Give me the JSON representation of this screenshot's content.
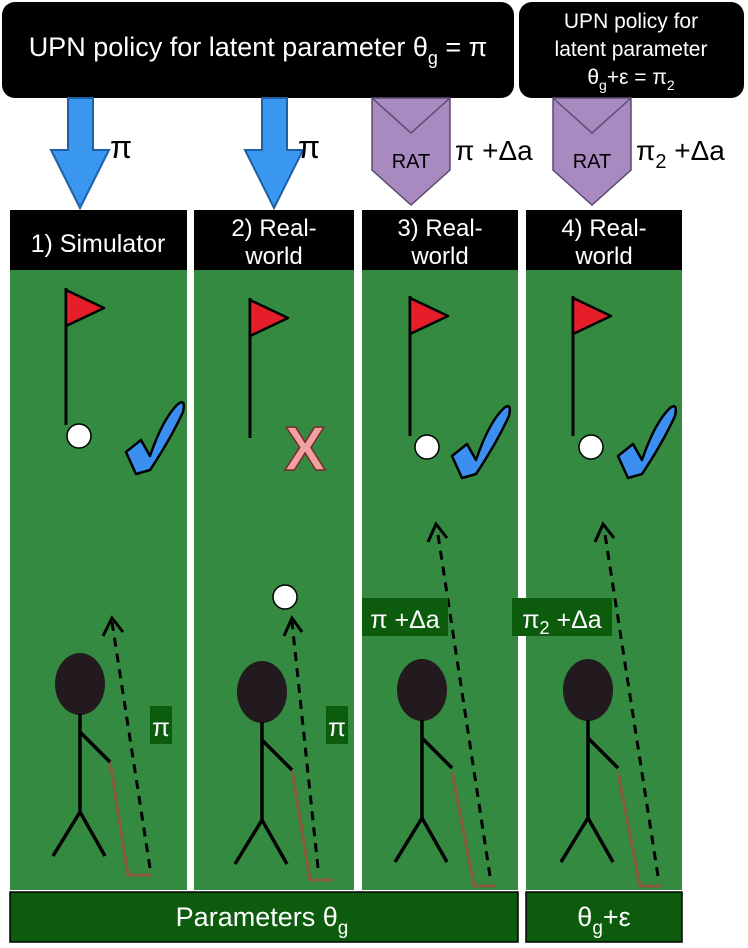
{
  "top_banner": {
    "left": {
      "text": "UPN policy for latent parameter θ",
      "sub": "g",
      "suffix": " = π"
    },
    "right": {
      "line1": "UPN policy for",
      "line2": "latent parameter",
      "line3_a": "θ",
      "line3_sub1": "g",
      "line3_b": "+ε = π",
      "line3_sub2": "2"
    }
  },
  "arrow_labels": {
    "arrow1": "π",
    "arrow2": "π",
    "rat3": "RAT",
    "rat3_label": "π +Δa",
    "rat4": "RAT",
    "rat4_label_a": "π",
    "rat4_label_sub": "2",
    "rat4_label_b": " +Δa"
  },
  "panels": [
    {
      "line1": "1) Simulator",
      "line2": ""
    },
    {
      "line1": "2) Real-",
      "line2": "world"
    },
    {
      "line1": "3) Real-",
      "line2": "world"
    },
    {
      "line1": "4) Real-",
      "line2": "world"
    }
  ],
  "shot_labels": {
    "p1": "π",
    "p2": "π",
    "p3": "π +Δa",
    "p4_a": "π",
    "p4_sub": "2",
    "p4_b": " +Δa"
  },
  "outcomes": {
    "p2_miss": "X"
  },
  "bottom": {
    "left_a": "Parameters θ",
    "left_sub": "g",
    "right_a": "θ",
    "right_sub": "g",
    "right_b": "+ε"
  },
  "colors": {
    "green": "#348a41",
    "dark_green": "#0d5c0e",
    "black_box": "#000000",
    "arrow_blue": "#3a97ef",
    "rat_purple": "#a98ac0",
    "flag_red": "#e61e2a",
    "check_blue": "#3a8ff0",
    "miss_pink": "#f2a1a3",
    "club_brown": "#8a5a3c"
  }
}
